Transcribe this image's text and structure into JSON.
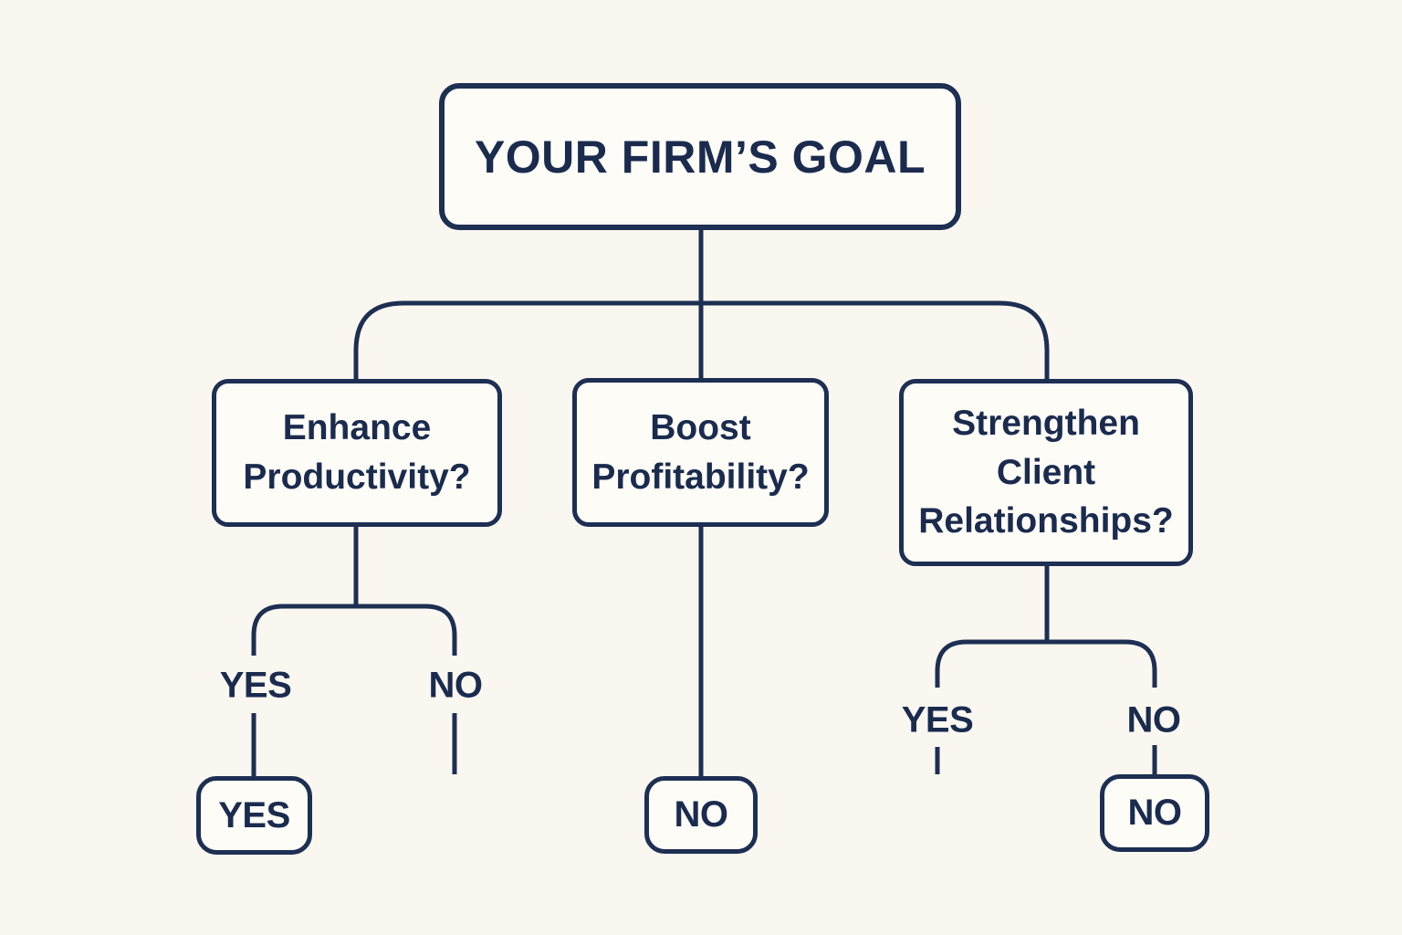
{
  "palette": {
    "background": "#FAF7F0",
    "box_fill": "#FDFCF7",
    "line_color": "#1D2F52",
    "text_color": "#1A2B4E"
  },
  "flowchart": {
    "root": {
      "label": "YOUR FIRM’S GOAL"
    },
    "questions": {
      "q1": {
        "label": "Enhance Productivity?"
      },
      "q2": {
        "label": "Boost Profitability?"
      },
      "q3": {
        "label": "Strengthen Client Relationships?"
      }
    },
    "branch_labels": {
      "q1_yes": "YES",
      "q1_no": "NO",
      "q3_yes": "YES",
      "q3_no": "NO"
    },
    "results": {
      "q1_yes": "YES",
      "q2": "NO",
      "q3_no": "NO"
    }
  }
}
